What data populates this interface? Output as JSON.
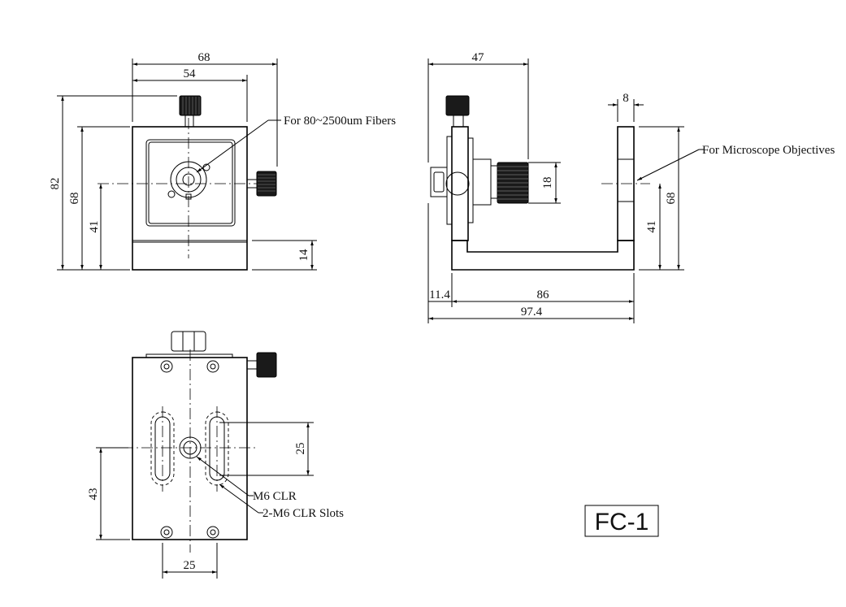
{
  "front_view": {
    "dimensions": {
      "overall_width": "68",
      "body_width": "54",
      "overall_height": "82",
      "body_height": "68",
      "center_height": "41",
      "base_height": "14"
    },
    "callout": "For 80~2500um Fibers"
  },
  "side_view": {
    "dimensions": {
      "holder_width": "47",
      "arm_thickness": "8",
      "micrometer_dia": "18",
      "body_height": "68",
      "center_height": "41",
      "offset": "11.4",
      "inner_span": "86",
      "overall_length": "97.4"
    },
    "callout": "For Microscope Objectives"
  },
  "bottom_view": {
    "dimensions": {
      "slot_spacing_v": "25",
      "hole_height": "43",
      "slot_spacing_h": "25"
    },
    "callouts": [
      "M6 CLR",
      "2-M6 CLR Slots"
    ]
  },
  "model_label": "FC-1"
}
